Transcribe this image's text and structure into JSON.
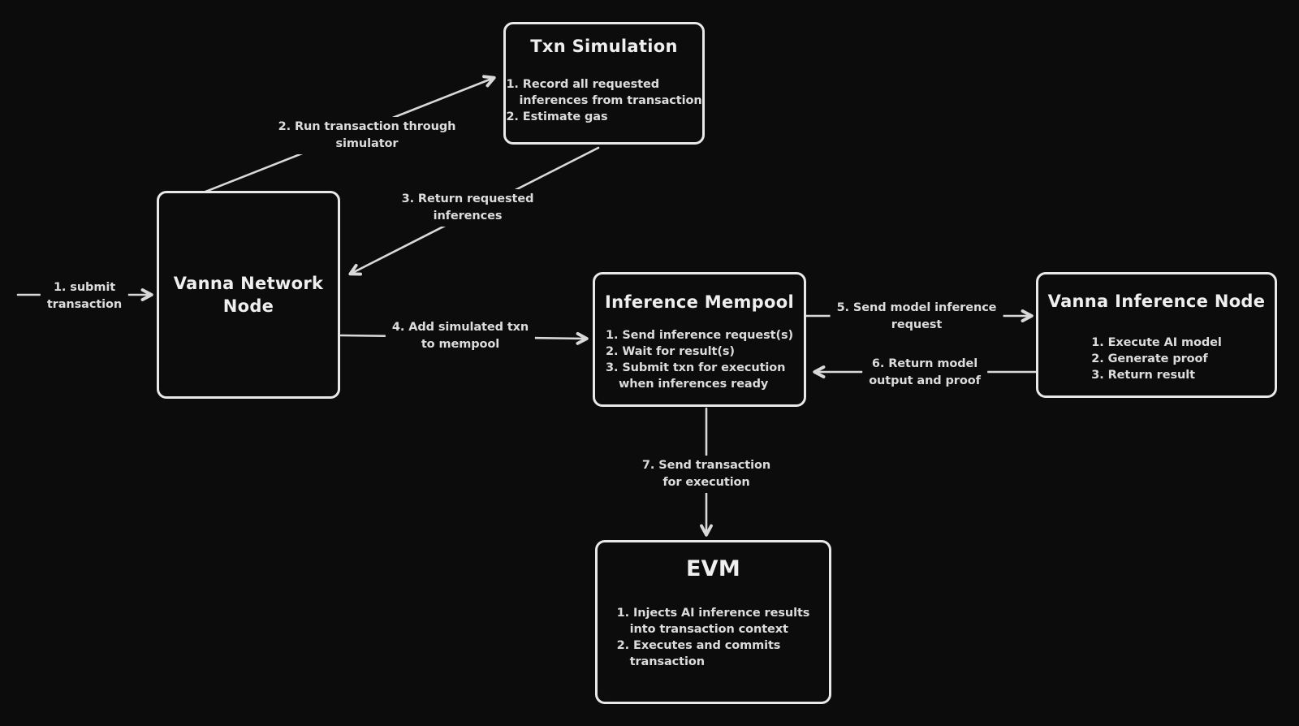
{
  "diagram": {
    "background_color": "#0c0c0c",
    "box_stroke_color": "#e9e9e9",
    "text_color": "#dcdcdc",
    "arrow_color": "#d9d9d9"
  },
  "nodes": {
    "txn_simulation": {
      "title": "Txn Simulation",
      "items": [
        "1. Record all requested",
        "inferences from transaction",
        "2. Estimate gas"
      ]
    },
    "vanna_network_node": {
      "title": "Vanna Network Node"
    },
    "inference_mempool": {
      "title": "Inference Mempool",
      "items": [
        "1. Send inference request(s)",
        "2. Wait for result(s)",
        "3. Submit txn for execution",
        "when inferences ready"
      ]
    },
    "vanna_inference_node": {
      "title": "Vanna Inference Node",
      "items": [
        "1. Execute AI model",
        "2. Generate proof",
        "3. Return result"
      ]
    },
    "evm": {
      "title": "EVM",
      "items": [
        "1. Injects AI inference results",
        "into transaction context",
        "2. Executes and commits",
        "transaction"
      ]
    }
  },
  "arrows": {
    "submit_transaction": {
      "label": [
        "1. submit",
        "transaction"
      ]
    },
    "run_through_simulator": {
      "label": [
        "2. Run transaction through",
        "simulator"
      ]
    },
    "return_requested_inferences": {
      "label": [
        "3. Return requested",
        "inferences"
      ]
    },
    "add_txn_to_mempool": {
      "label": [
        "4. Add simulated txn",
        "to mempool"
      ]
    },
    "send_model_inference_request": {
      "label": [
        "5. Send model inference",
        "request"
      ]
    },
    "return_model_output": {
      "label": [
        "6. Return model",
        "output and proof"
      ]
    },
    "send_txn_for_execution": {
      "label": [
        "7. Send transaction",
        "for execution"
      ]
    }
  }
}
